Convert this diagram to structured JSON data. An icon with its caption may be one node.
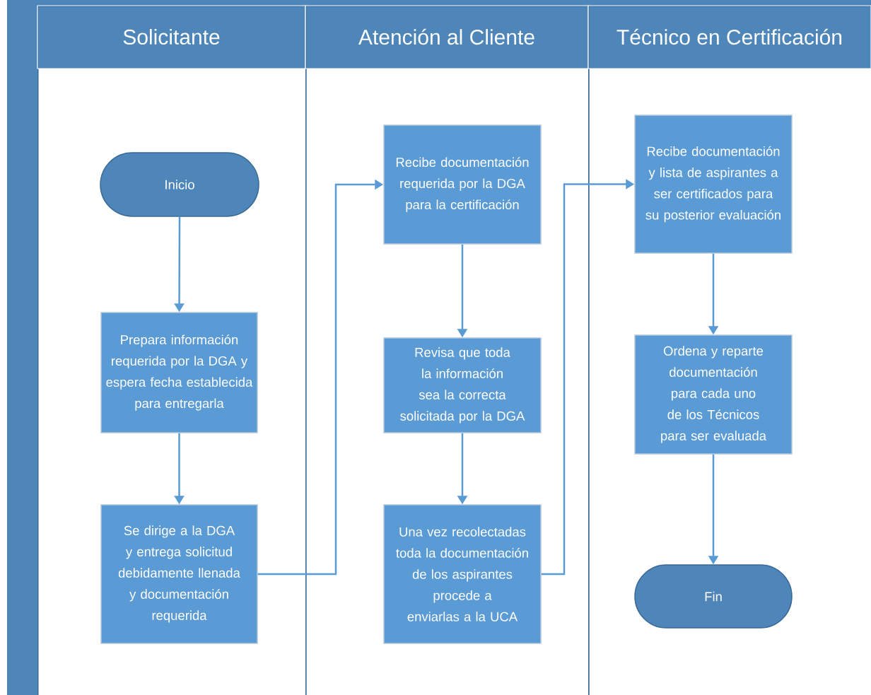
{
  "diagram": {
    "nodes": [
      {
        "text": [
          "Solicitante"
        ]
      },
      {
        "text": [
          "Atención al Cliente"
        ]
      },
      {
        "text": [
          "Técnico en Certificación"
        ]
      },
      {
        "text": [
          "Inicio"
        ],
        "in": 0
      },
      {
        "text": [
          "Prepara información requerida por la DGA y espera fecha establecida para entregarla"
        ],
        "in": 0
      },
      {
        "text": [
          "Se dirige a la DGA y entrega solicitud debidamente llenada y documentación requerida"
        ],
        "in": 0
      },
      {
        "text": [
          "Recibe documentación requerida por la DGA para la certificación"
        ],
        "in": 1
      },
      {
        "text": [
          "Revisa que toda la información sea la correcta solicitada por la DGA"
        ],
        "in": 1
      },
      {
        "text": [
          "Una vez recolectadas toda la documentación de los aspirantes procede a enviarlas a la UCA"
        ],
        "in": 1
      },
      {
        "text": [
          "Recibe documentación y lista de aspirantes a ser certificados para su posterior evaluación"
        ],
        "in": 2
      },
      {
        "text": [
          "Ordena y reparte documentación para cada uno de los Técnicos para ser evaluada"
        ],
        "in": 2
      },
      {
        "text": [
          "Fin"
        ],
        "in": 2
      }
    ],
    "edges": [
      {
        "from": 3,
        "to": 4,
        "arrow": "to"
      },
      {
        "from": 4,
        "to": 5,
        "arrow": "to"
      },
      {
        "from": 5,
        "to": 6,
        "arrow": "to"
      },
      {
        "from": 6,
        "to": 7,
        "arrow": "to"
      },
      {
        "from": 7,
        "to": 8,
        "arrow": "to"
      },
      {
        "from": 8,
        "to": 9,
        "arrow": "to"
      },
      {
        "from": 9,
        "to": 10,
        "arrow": "to"
      },
      {
        "from": 10,
        "to": 11,
        "arrow": "to"
      }
    ]
  }
}
